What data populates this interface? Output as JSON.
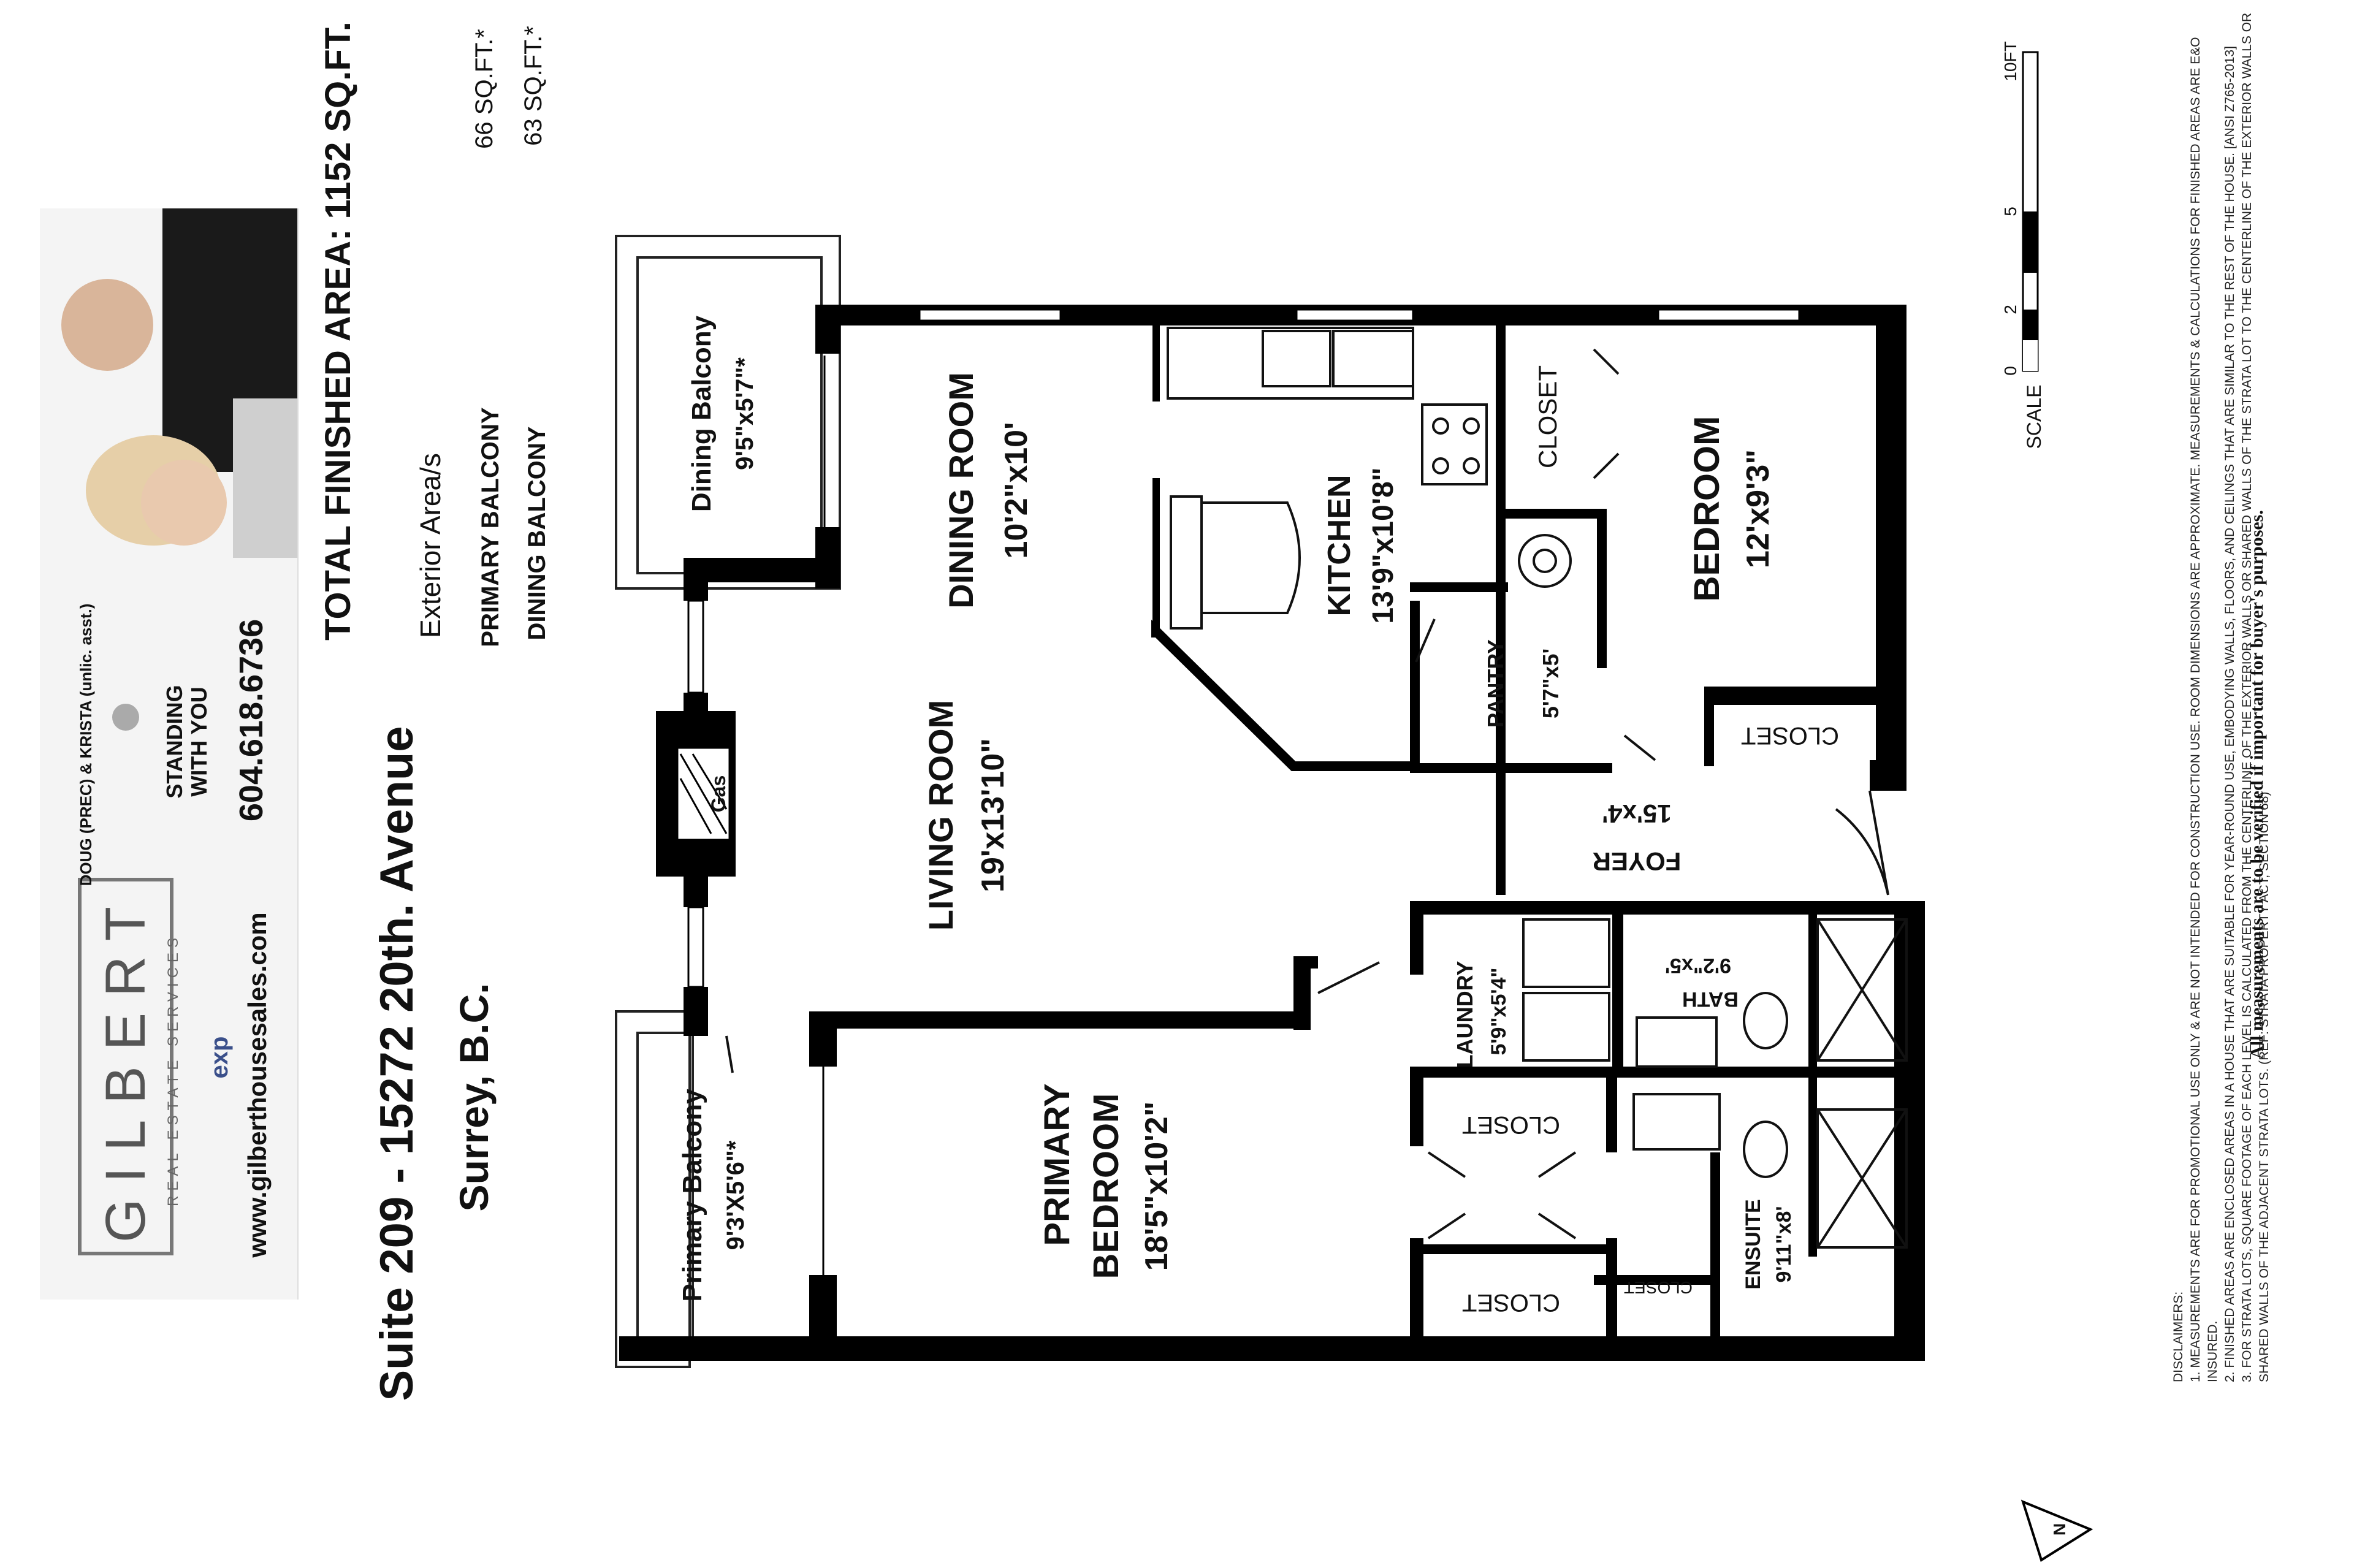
{
  "header": {
    "total_area": "TOTAL FINISHED AREA:  1152 SQ.FT.",
    "exterior_title": "Exterior Area/s",
    "primary_balcony_label": "PRIMARY BALCONY",
    "primary_balcony_area": "66 SQ.FT.*",
    "dining_balcony_label": "DINING BALCONY",
    "dining_balcony_area": "63 SQ.FT.*"
  },
  "address": {
    "line1": "Suite 209 - 15272 20th. Avenue",
    "line2": "Surrey, B.C."
  },
  "agent": {
    "brand": "GILBERT",
    "brand_sub": "REAL ESTATE SERVICES",
    "brokerage": "exp",
    "website": "www.gilberthousesales.com",
    "names": "DOUG (PREC) & KRISTA (unlic. asst.)",
    "slogan_line1": "STANDING",
    "slogan_line2": "WITH YOU",
    "phone": "604.618.6736"
  },
  "rooms": {
    "dining_balcony": {
      "name": "Dining Balcony",
      "size": "9'5\"x5'7\"*"
    },
    "dining_room": {
      "name": "DINING ROOM",
      "size": "10'2\"x10'"
    },
    "living_room": {
      "name": "LIVING ROOM",
      "size": "19'x13'10\""
    },
    "kitchen": {
      "name": "KITCHEN",
      "size": "13'9\"x10'8\""
    },
    "pantry": {
      "name": "PANTRY",
      "size": "5'7\"x5'"
    },
    "bedroom": {
      "name": "BEDROOM",
      "size": "12'x9'3\""
    },
    "closet_bedroom": "CLOSET",
    "closet_foyer": "CLOSET",
    "foyer": {
      "name": "FOYER",
      "size": "15'x4'"
    },
    "laundry": {
      "name": "LAUNDRY",
      "size": "5'9\"x5'4\""
    },
    "bath": {
      "name": "BATH",
      "size": "9'2\"x5'"
    },
    "closet_a": "CLOSET",
    "closet_b": "CLOSET",
    "closet_c": "CLOSET",
    "ensuite": {
      "name": "ENSUITE",
      "size": "9'11\"x8'"
    },
    "primary_bedroom": {
      "line1": "PRIMARY",
      "line2": "BEDROOM",
      "size": "18'5\"x10'2\""
    },
    "primary_balcony": {
      "name": "Primary Balcony",
      "size": "9'3'X5'6\"*"
    },
    "fireplace": "Gas"
  },
  "scale": {
    "title": "SCALE",
    "ticks": [
      "0",
      "2",
      "5",
      "10FT"
    ]
  },
  "disclaimer": {
    "title": "DISCLAIMERS:",
    "items": [
      "1. MEASUREMENTS ARE FOR PROMOTIONAL USE ONLY & ARE NOT INTENDED FOR CONSTRUCTION USE. ROOM DIMENSIONS ARE APPROXIMATE. MEASUREMENTS & CALCULATIONS FOR FINISHED AREAS ARE E&O INSURED.",
      "2. FINISHED AREAS ARE ENCLOSED AREAS IN A HOUSE THAT ARE SUITABLE FOR YEAR-ROUND USE, EMBODYING WALLS, FLOORS, AND CEILINGS THAT ARE SIMILAR TO THE REST OF THE HOUSE. [ANSI Z765-2013]",
      "3. FOR STRATA LOTS, SQUARE FOOTAGE OF EACH LEVEL IS CALCULATED FROM THE CENTERLINE OF THE EXTERIOR WALLS OR SHARED WALLS OF THE STRATA LOT TO THE CENTERLINE OF THE EXTERIOR WALLS OR SHARED WALLS OF THE ADJACENT STRATA LOTS. (REF: STRATA PROPERTY ACT, SECTION 68)"
    ],
    "footer": "All measurements are to be verified if important for buyer's purposes."
  },
  "north_label": "N"
}
